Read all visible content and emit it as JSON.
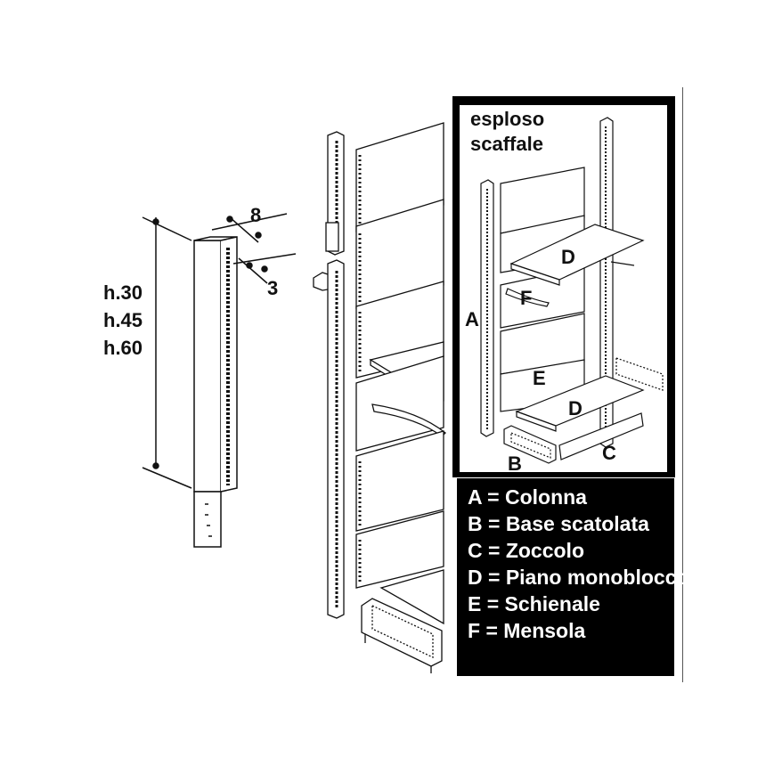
{
  "dimensions": {
    "width_label": "8",
    "depth_label": "3",
    "heights": [
      "h.30",
      "h.45",
      "h.60"
    ]
  },
  "inset": {
    "title_line1": "esploso",
    "title_line2": "scaffale",
    "part_letters": {
      "A": "A",
      "B": "B",
      "C": "C",
      "D_top": "D",
      "D_bottom": "D",
      "E": "E",
      "F": "F"
    }
  },
  "legend": [
    "A = Colonna",
    "B = Base scatolata",
    "C = Zoccolo",
    "D = Piano monoblocco",
    "E = Schienale",
    "F = Mensola"
  ],
  "colors": {
    "ink": "#111111",
    "frame": "#000000",
    "paper": "#ffffff"
  }
}
